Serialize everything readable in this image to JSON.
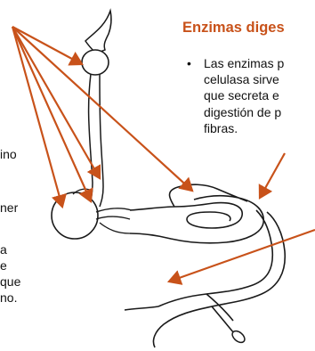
{
  "heading": {
    "text": "Enzimas diges",
    "color": "#c8521a"
  },
  "bullet": {
    "marker": "•",
    "lines": [
      "Las enzimas p",
      "celulasa sirve",
      "que secreta e",
      "digestión de p",
      "fibras."
    ]
  },
  "left_column": {
    "lines": [
      "ino",
      "ner",
      "a",
      "e",
      "que",
      "no."
    ]
  },
  "colors": {
    "arrow": "#c8521a",
    "outline": "#1a1a1a",
    "fill": "#ffffff"
  }
}
